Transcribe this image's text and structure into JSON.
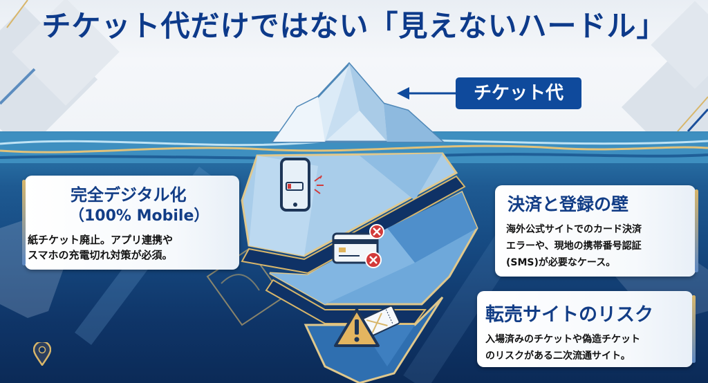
{
  "title": "チケット代だけではない「見えないハードル」",
  "tip_label": "チケット代",
  "colors": {
    "title_blue": "#0d3a8a",
    "tag_blue": "#0f4a9c",
    "sea_top": "#3d8cbc",
    "sea_bottom": "#0b2a57",
    "gold": "#d8b66a",
    "ice_light": "#cfe4f5",
    "ice_mid": "#8fc0e6",
    "ice_dark": "#3f86c6",
    "alert_red": "#d23a3a"
  },
  "icons": {
    "tip": "iceberg-tip",
    "phone": "phone-low-battery-icon",
    "card": "credit-card-error-icon",
    "warning": "warning-ticket-icon",
    "pin": "map-pin-icon"
  },
  "hurdles": [
    {
      "title_line1": "完全デジタル化",
      "title_line2": "（100% Mobile）",
      "desc_line1": "紙チケット廃止。アプリ連携や",
      "desc_line2": "スマホの充電切れ対策が必須。"
    },
    {
      "title": "決済と登録の壁",
      "desc_line1": "海外公式サイトでのカード決済",
      "desc_line2": "エラーや、現地の携帯番号認証",
      "desc_line3": "(SMS)が必要なケース。"
    },
    {
      "title": "転売サイトのリスク",
      "desc_line1": "入場済みのチケットや偽造チケット",
      "desc_line2": "のリスクがある二次流通サイト。"
    }
  ]
}
